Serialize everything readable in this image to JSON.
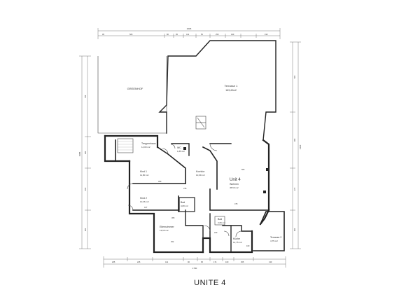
{
  "caption": "UNITE 4",
  "rooms": {
    "terrace1": {
      "name": "Terrasse 1",
      "area": "163,49m2"
    },
    "garden": {
      "name": "GREENHOF"
    },
    "treppe": {
      "name": "Treppenhaus",
      "area": "14,09 m2"
    },
    "wc": {
      "name": "WC",
      "area": "1,85 m2"
    },
    "korridor": {
      "name": "Korridor",
      "area": "10,99 m2"
    },
    "unit4_title": "Unit 4",
    "wohnen": {
      "name": "Wohnen",
      "area": "45,50 m2"
    },
    "kind1": {
      "name": "Kind 1",
      "area": "11,80 m2"
    },
    "kind2": {
      "name": "Kind 2",
      "area": "10,36 m2"
    },
    "bad": {
      "name": "Bad",
      "area": "4,80 m2"
    },
    "eltern": {
      "name": "Elternzimmer",
      "area": "13,55 m2"
    },
    "bad2": {
      "name": "Bad",
      "area": "3,66 m2"
    },
    "kueche": {
      "name": "Küche",
      "area": "12,75 m2"
    },
    "terrace2": {
      "name": "Terrasse 2",
      "area": "4,75 m2"
    }
  },
  "dimensions": {
    "top_total": "1618",
    "top_segments": [
      "95",
      "505",
      "86",
      "95",
      "411",
      "50",
      "250",
      "190",
      "190"
    ],
    "bottom_total": "1790",
    "bottom_segments": [
      "265",
      "225",
      "411",
      "90",
      "95",
      "174",
      "160",
      "255",
      "130"
    ],
    "left_total": "1585",
    "left_segments": [
      "785",
      "240",
      "400",
      "290"
    ],
    "right_total": "1430",
    "right_segments": [
      "505",
      "395",
      "270",
      "260"
    ],
    "interior": [
      "450",
      "378",
      "417",
      "505",
      "475",
      "305",
      "452",
      "220",
      "160"
    ]
  }
}
